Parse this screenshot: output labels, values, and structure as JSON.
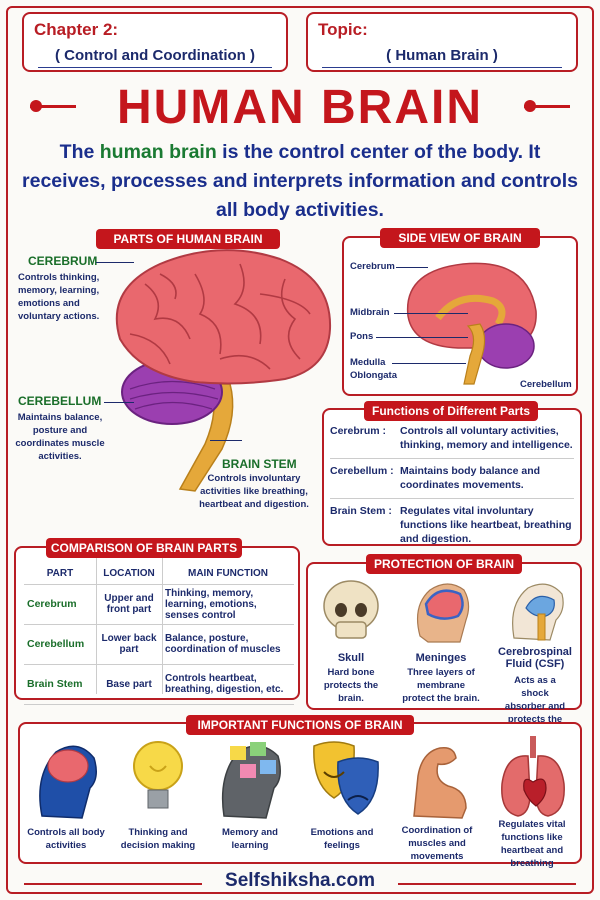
{
  "header": {
    "chapter_label": "Chapter 2:",
    "chapter_value": "( Control and Coordination )",
    "topic_label": "Topic:",
    "topic_value": "( Human Brain )"
  },
  "title": "HUMAN BRAIN",
  "intro": {
    "part1": "The ",
    "highlight": "human brain",
    "part2": " is the control center of the body. It receives, processes and interprets information and controls all body activities."
  },
  "parts": {
    "heading": "PARTS OF HUMAN BRAIN",
    "cerebrum_title": "CEREBRUM",
    "cerebrum_desc": "Controls thinking, memory, learning, emotions and voluntary actions.",
    "cerebellum_title": "CEREBELLUM",
    "cerebellum_desc": "Maintains balance, posture and coordinates muscle activities.",
    "brainstem_title": "BRAIN STEM",
    "brainstem_desc": "Controls involuntary activities like breathing, heartbeat and digestion."
  },
  "side_view": {
    "heading": "SIDE VIEW OF BRAIN",
    "cerebrum": "Cerebrum",
    "midbrain": "Midbrain",
    "pons": "Pons",
    "medulla": "Medulla Oblongata",
    "cerebellum": "Cerebellum"
  },
  "functions": {
    "heading": "Functions of Different Parts",
    "rows": [
      {
        "part": "Cerebrum :",
        "text": "Controls all voluntary activities, thinking, memory and intelligence."
      },
      {
        "part": "Cerebellum :",
        "text": "Maintains body balance and coordinates movements."
      },
      {
        "part": "Brain Stem :",
        "text": "Regulates vital involuntary functions like heartbeat, breathing and digestion."
      }
    ]
  },
  "comparison": {
    "heading": "COMPARISON OF BRAIN PARTS",
    "columns": [
      "PART",
      "LOCATION",
      "MAIN FUNCTION"
    ],
    "rows": [
      [
        "Cerebrum",
        "Upper and front part",
        "Thinking, memory, learning, emotions, senses control"
      ],
      [
        "Cerebellum",
        "Lower back part",
        "Balance, posture, coordination of muscles"
      ],
      [
        "Brain Stem",
        "Base part",
        "Controls heartbeat, breathing, digestion, etc."
      ]
    ]
  },
  "protection": {
    "heading": "PROTECTION OF BRAIN",
    "items": [
      {
        "title": "Skull",
        "desc": "Hard bone protects the brain."
      },
      {
        "title": "Meninges",
        "desc": "Three layers of membrane protect the brain."
      },
      {
        "title": "Cerebrospinal Fluid (CSF)",
        "desc": "Acts as a shock absorber and protects the brain."
      }
    ]
  },
  "important": {
    "heading": "IMPORTANT FUNCTIONS OF BRAIN",
    "items": [
      "Controls all body activities",
      "Thinking and decision making",
      "Memory and learning",
      "Emotions and feelings",
      "Coordination of muscles and movements",
      "Regulates vital functions like heartbeat and breathing"
    ]
  },
  "footer": "Selfshiksha.com",
  "colors": {
    "accent_red": "#c4161c",
    "navy": "#1c2a6b",
    "green": "#1a6e2a",
    "brain_pink": "#e9686e",
    "cerebellum_purple": "#9b3fb0"
  }
}
